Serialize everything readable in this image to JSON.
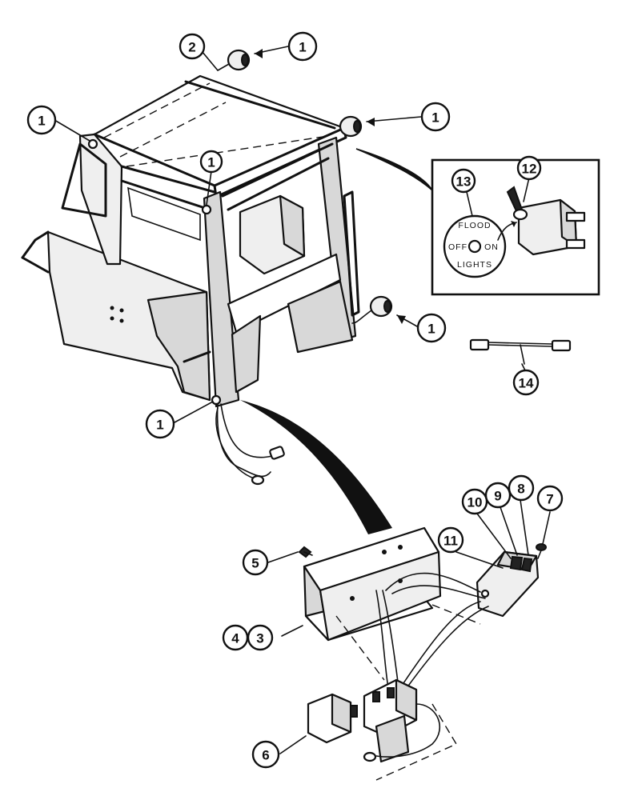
{
  "callouts": [
    {
      "id": "c1a",
      "label": "1"
    },
    {
      "id": "c1b",
      "label": "1"
    },
    {
      "id": "c1c",
      "label": "1"
    },
    {
      "id": "c1d",
      "label": "1"
    },
    {
      "id": "c1e",
      "label": "1"
    },
    {
      "id": "c1f",
      "label": "1"
    },
    {
      "id": "c2",
      "label": "2"
    },
    {
      "id": "c3",
      "label": "3"
    },
    {
      "id": "c4",
      "label": "4"
    },
    {
      "id": "c5",
      "label": "5"
    },
    {
      "id": "c6",
      "label": "6"
    },
    {
      "id": "c7",
      "label": "7"
    },
    {
      "id": "c8",
      "label": "8"
    },
    {
      "id": "c9",
      "label": "9"
    },
    {
      "id": "c10",
      "label": "10"
    },
    {
      "id": "c11",
      "label": "11"
    },
    {
      "id": "c12",
      "label": "12"
    },
    {
      "id": "c13",
      "label": "13"
    },
    {
      "id": "c14",
      "label": "14"
    }
  ],
  "switch_plate": {
    "top": "FLOOD",
    "bottom": "LIGHTS",
    "left": "OFF",
    "right": "ON"
  }
}
